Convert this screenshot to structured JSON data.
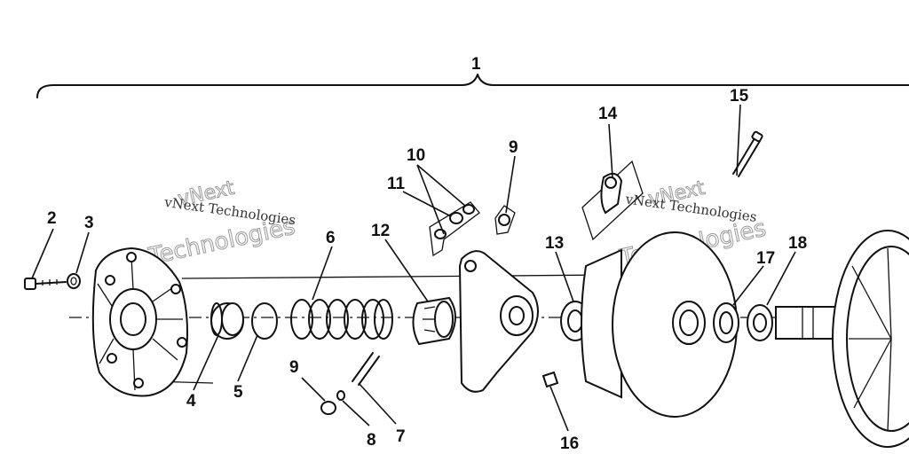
{
  "diagram": {
    "callouts": {
      "c1": "1",
      "c2": "2",
      "c3": "3",
      "c4": "4",
      "c5": "5",
      "c6": "6",
      "c7": "7",
      "c8": "8",
      "c9a": "9",
      "c9b": "9",
      "c10": "10",
      "c11": "11",
      "c12": "12",
      "c13": "13",
      "c14": "14",
      "c15": "15",
      "c16": "16",
      "c17": "17",
      "c18": "18"
    },
    "watermark": {
      "line1": "vNext",
      "line2": "vNext Technologies",
      "line3": "Technologies"
    }
  }
}
